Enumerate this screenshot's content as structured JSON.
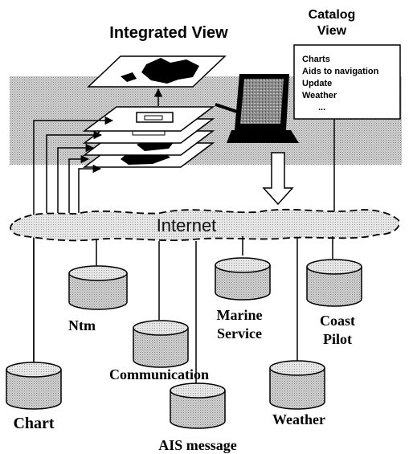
{
  "titles": {
    "integrated_view": "Integrated View",
    "catalog_view_line1": "Catalog",
    "catalog_view_line2": "View"
  },
  "catalog": {
    "items": [
      "Charts",
      "Aids to navigation",
      "Update",
      "Weather",
      "..."
    ]
  },
  "network": {
    "label": "Internet"
  },
  "databases": {
    "chart": "Chart",
    "ntm": "Ntm",
    "communication": "Communication",
    "ais_message": "AIS message",
    "marine_service_line1": "Marine",
    "marine_service_line2": "Service",
    "weather": "Weather",
    "coast_pilot_line1": "Coast",
    "coast_pilot_line2": "Pilot"
  }
}
